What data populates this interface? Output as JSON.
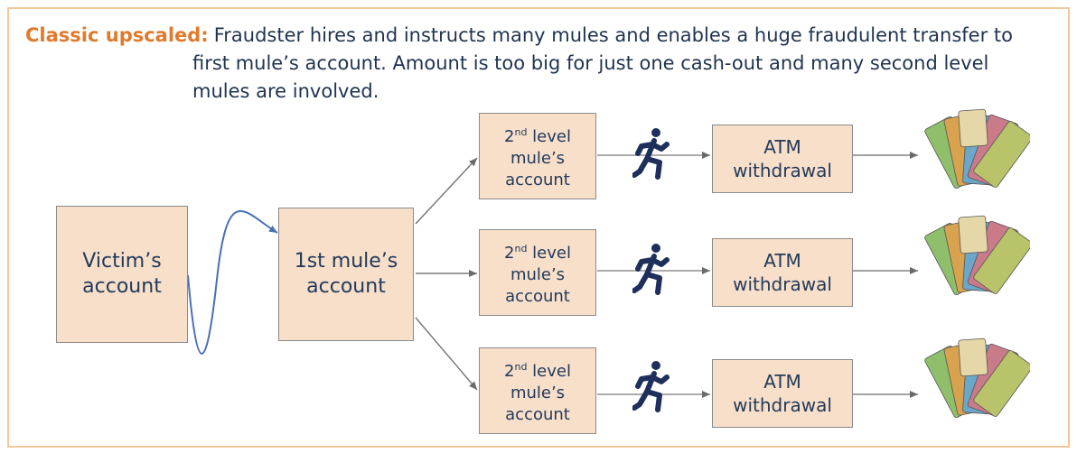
{
  "heading": {
    "label": "Classic upscaled:",
    "line1": "Fraudster hires and instructs many mules and enables a huge fraudulent transfer to",
    "line2": "first mule’s account. Amount is too big for just one cash-out and many second level",
    "line3": "mules are involved."
  },
  "nodes": {
    "victim": [
      "Victim’s",
      "account"
    ],
    "first_mule": [
      "1st mule’s",
      "account"
    ],
    "second_level": {
      "ord_num": "2",
      "ord_sup": "nd",
      "ord_word": "level",
      "line2": "mule’s",
      "line3": "account"
    },
    "atm": [
      "ATM",
      "withdrawal"
    ]
  },
  "icons": {
    "runner": "running-person-icon",
    "money": "euro-banknotes-icon"
  },
  "colors": {
    "label_accent": "#e07a2c",
    "box_fill": "#f7dfca",
    "text": "#223a5a",
    "border": "#f2c89a"
  }
}
